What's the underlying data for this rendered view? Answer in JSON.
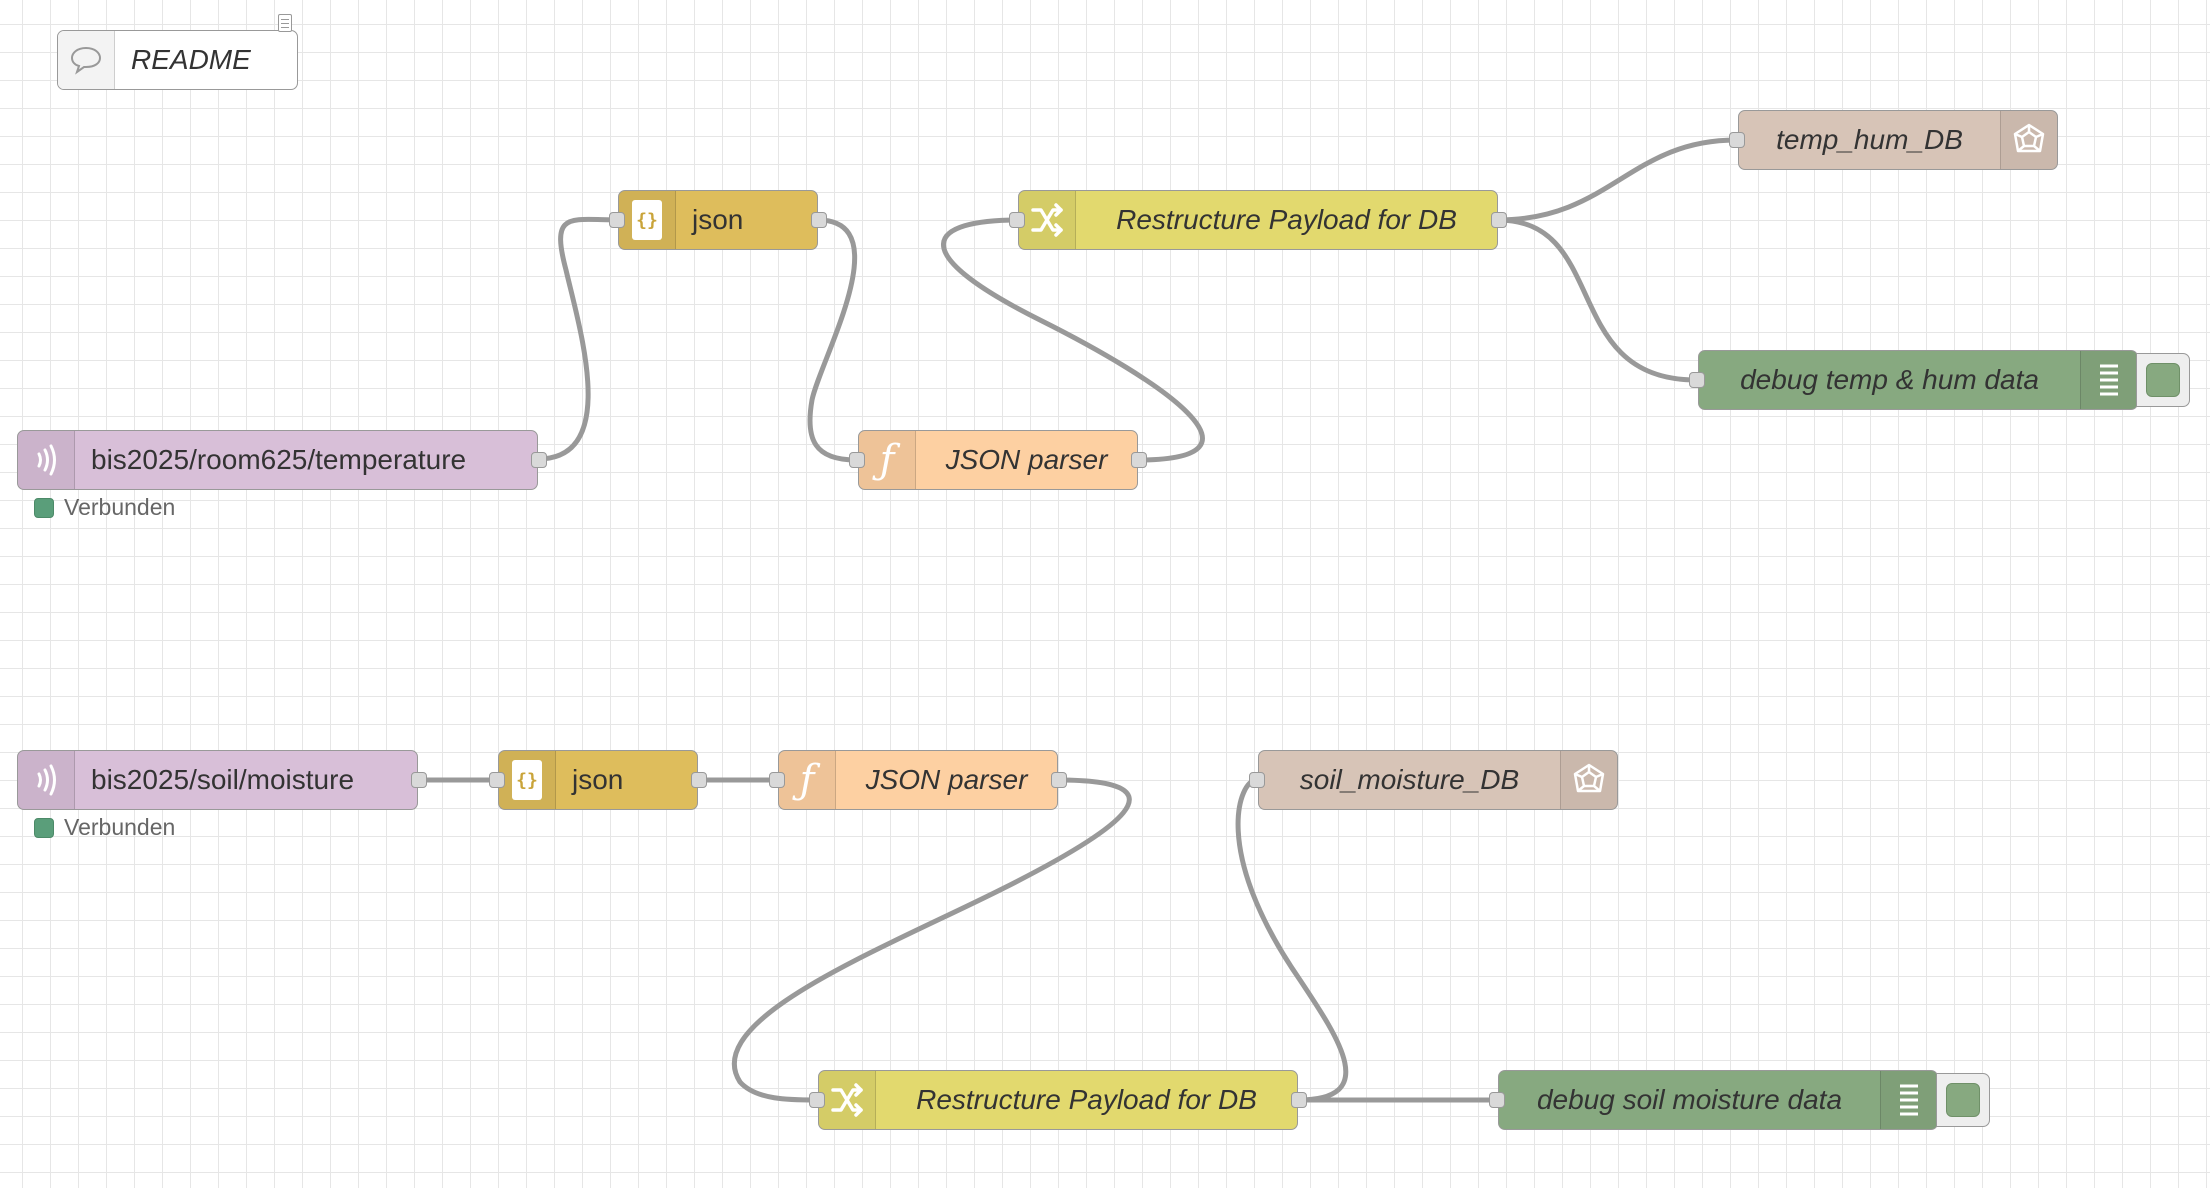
{
  "comment": {
    "label": "README"
  },
  "flow_temperature": {
    "mqtt_in": {
      "label": "bis2025/room625/temperature",
      "status": "Verbunden"
    },
    "json": {
      "label": "json"
    },
    "parser": {
      "label": "JSON parser"
    },
    "restructure": {
      "label": "Restructure Payload for DB"
    },
    "db": {
      "label": "temp_hum_DB"
    },
    "debug": {
      "label": "debug temp & hum data"
    }
  },
  "flow_soil": {
    "mqtt_in": {
      "label": "bis2025/soil/moisture",
      "status": "Verbunden"
    },
    "json": {
      "label": "json"
    },
    "parser": {
      "label": "JSON parser"
    },
    "restructure": {
      "label": "Restructure Payload for DB"
    },
    "db": {
      "label": "soil_moisture_DB"
    },
    "debug": {
      "label": "debug soil moisture data"
    }
  },
  "colors": {
    "mqtt": "#d8bfd8",
    "json": "#debd5c",
    "function": "#fdd0a2",
    "change": "#e2d96e",
    "database": "#d7c4b7",
    "debug": "#87a980",
    "wire": "#999999",
    "status_connected": "#5a9e7a"
  }
}
